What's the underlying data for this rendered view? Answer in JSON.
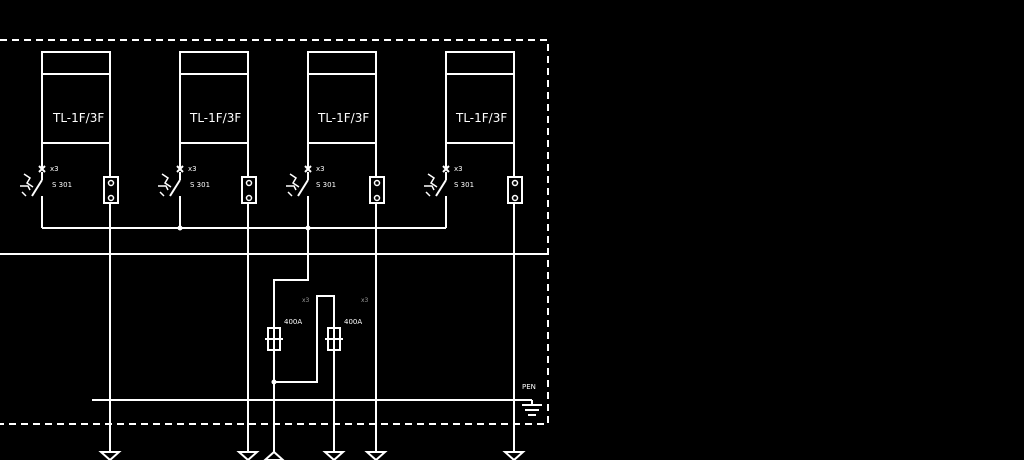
{
  "diagram": {
    "modules": [
      {
        "label": "TL-1F/3F",
        "breaker_mult": "x3",
        "breaker_type": "S 301"
      },
      {
        "label": "TL-1F/3F",
        "breaker_mult": "x3",
        "breaker_type": "S 301"
      },
      {
        "label": "TL-1F/3F",
        "breaker_mult": "x3",
        "breaker_type": "S 301"
      },
      {
        "label": "TL-1F/3F",
        "breaker_mult": "x3",
        "breaker_type": "S 301"
      }
    ],
    "fuses": [
      {
        "rating": "400A",
        "mult": "x3"
      },
      {
        "rating": "400A",
        "mult": "x3"
      }
    ],
    "pen_label": "PEN"
  }
}
